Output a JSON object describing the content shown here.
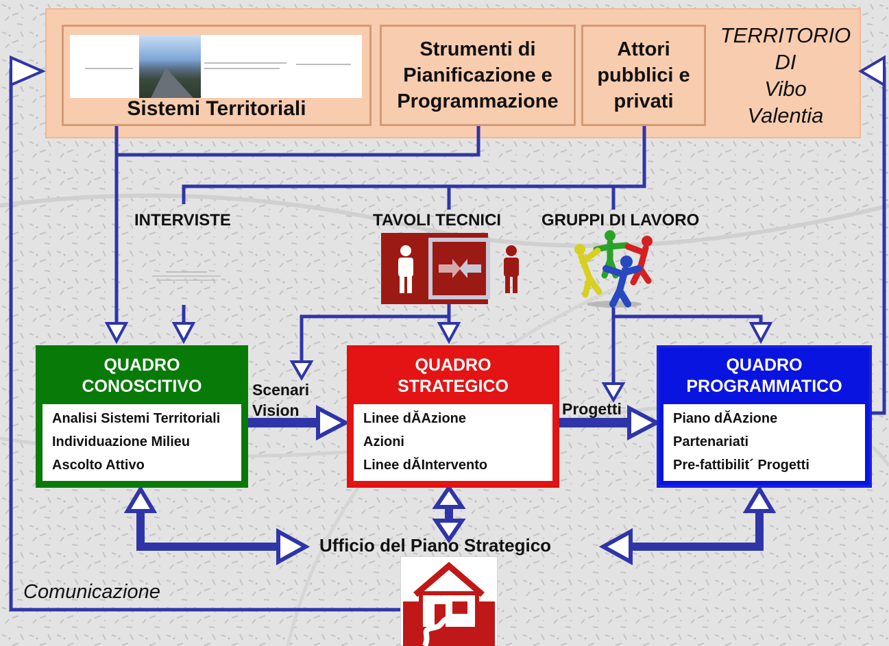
{
  "territorio": {
    "sistemi_label": "Sistemi Territoriali",
    "strumenti_label": "Strumenti di Pianificazione e Programmazione",
    "attori_label": "Attori pubblici e privati",
    "title_line1": "TERRITORIO",
    "title_line2": "DI",
    "title_line3": "Vibo",
    "title_line4": "Valentia"
  },
  "inputs": {
    "interviste": "INTERVISTE",
    "tavoli": "TAVOLI TECNICI",
    "gruppi": "GRUPPI DI LAVORO"
  },
  "quadri": {
    "conoscitivo": {
      "title_line1": "QUADRO",
      "title_line2": "CONOSCITIVO",
      "items": [
        "Analisi Sistemi Territoriali",
        "Individuazione Milieu",
        "Ascolto Attivo"
      ]
    },
    "strategico": {
      "title_line1": "QUADRO",
      "title_line2": "STRATEGICO",
      "items": [
        "Linee dĂAzione",
        "Azioni",
        "Linee dĂIntervento"
      ]
    },
    "programmatico": {
      "title_line1": "QUADRO",
      "title_line2": "PROGRAMMATICO",
      "items": [
        "Piano dĂAzione",
        "Partenariati",
        "Pre-fattibilit´ Progetti"
      ]
    }
  },
  "flows": {
    "scenari": "Scenari",
    "vision": "Vision",
    "progetti": "Progetti"
  },
  "ufficio": "Ufficio del Piano Strategico",
  "comunicazione": "Comunicazione",
  "icons": [
    "road-photo",
    "people-exchange-icon",
    "team-circle-icon",
    "house-icon"
  ],
  "colors": {
    "banner": "#f8ccae",
    "arrow": "#2f35a8",
    "conoscitivo": "#087a08",
    "strategico": "#e41414",
    "programmatico": "#0a14e0",
    "tavoli_icon": "#9c1a14"
  }
}
